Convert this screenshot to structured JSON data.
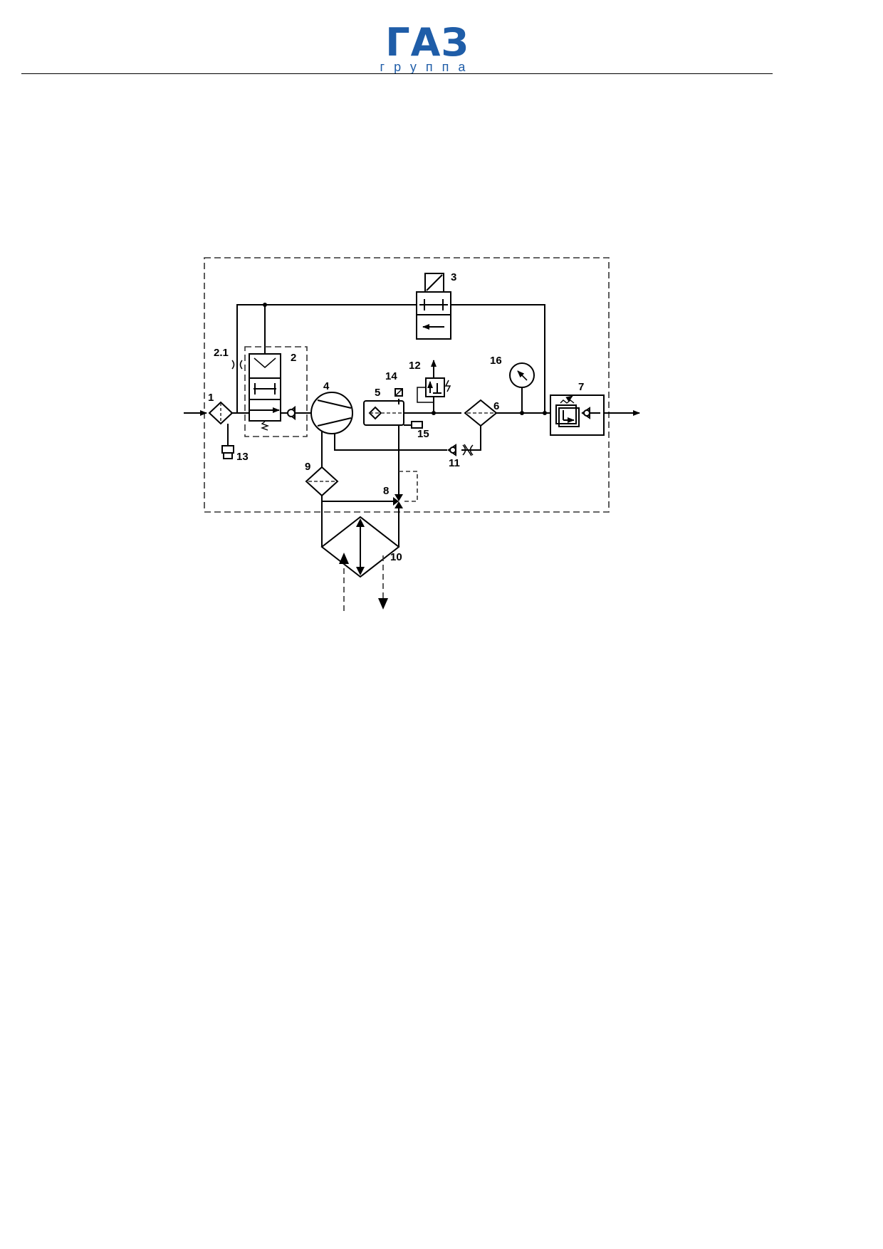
{
  "header": {
    "logo_main": "ГАЗ",
    "logo_sub": "группа"
  },
  "diagram": {
    "labels": {
      "l1": "1",
      "l2": "2",
      "l2_1": "2.1",
      "l3": "3",
      "l4": "4",
      "l5": "5",
      "l6": "6",
      "l7": "7",
      "l8": "8",
      "l9": "9",
      "l10": "10",
      "l11": "11",
      "l12": "12",
      "l13": "13",
      "l14": "14",
      "l15": "15",
      "l16": "16"
    }
  }
}
